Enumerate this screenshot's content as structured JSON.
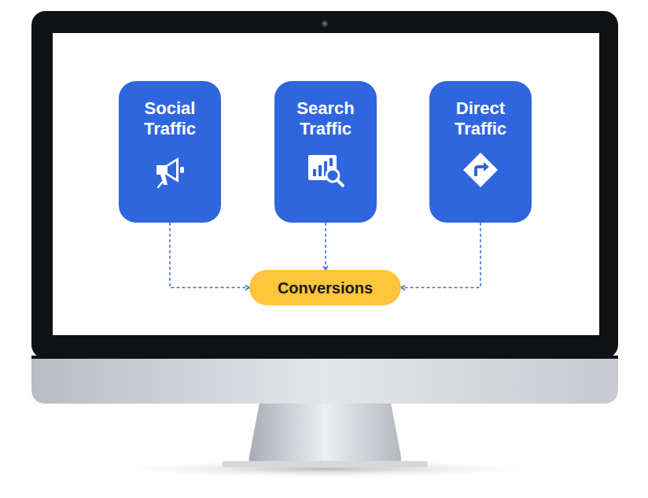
{
  "diagram": {
    "nodes": [
      {
        "text": [
          "Social Traffic"
        ]
      },
      {
        "text": [
          "Search Traffic"
        ]
      },
      {
        "text": [
          "Direct Traffic"
        ]
      },
      {
        "text": [
          "Conversions"
        ]
      }
    ],
    "edges": [
      {
        "from": 0,
        "to": 3,
        "arrow": "to"
      },
      {
        "from": 1,
        "to": 3,
        "arrow": "to"
      },
      {
        "from": 2,
        "to": 3,
        "arrow": "to"
      }
    ]
  }
}
